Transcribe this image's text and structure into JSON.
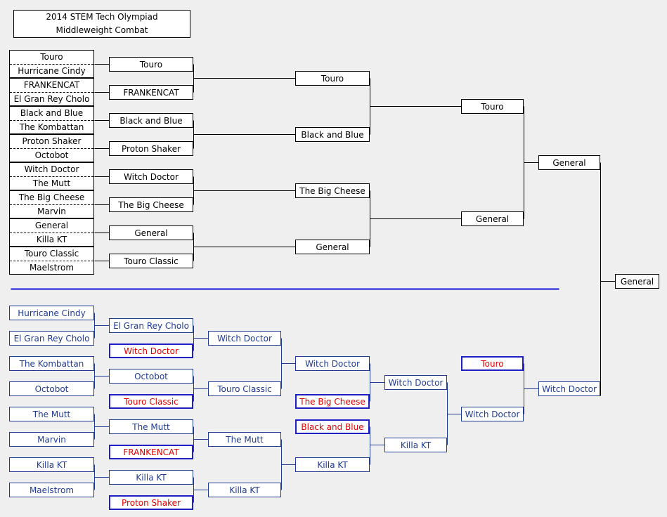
{
  "title": {
    "line1": "2014 STEM Tech Olympiad",
    "line2": "Middleweight Combat"
  },
  "colors": {
    "winners_line": "#000000",
    "losers_line": "#1f3a93",
    "divider": "#1010d0",
    "eliminated_text": "#e00000",
    "eliminated_border": "#1f1fc4"
  },
  "winners": {
    "pairs": [
      [
        "Touro",
        "Hurricane Cindy"
      ],
      [
        "FRANKENCAT",
        "El Gran Rey Cholo"
      ],
      [
        "Black and Blue",
        "The Kombattan"
      ],
      [
        "Proton Shaker",
        "Octobot"
      ],
      [
        "Witch Doctor",
        "The Mutt"
      ],
      [
        "The Big Cheese",
        "Marvin"
      ],
      [
        "General",
        "Killa KT"
      ],
      [
        "Touro Classic",
        "Maelstrom"
      ]
    ],
    "round1": [
      "Touro",
      "FRANKENCAT",
      "Black and Blue",
      "Proton Shaker",
      "Witch Doctor",
      "The Big Cheese",
      "General",
      "Touro Classic"
    ],
    "round2": [
      "Touro",
      "Black and Blue",
      "The Big Cheese",
      "General"
    ],
    "round3": [
      "Touro",
      "General"
    ],
    "final": "General"
  },
  "grand_final": {
    "finalist": "Witch Doctor",
    "champion": "General"
  },
  "losers": {
    "r1_entries": [
      "Hurricane Cindy",
      "El Gran Rey Cholo",
      "The Kombattan",
      "Octobot",
      "The Mutt",
      "Marvin",
      "Killa KT",
      "Maelstrom"
    ],
    "r1_winners": [
      "El Gran Rey Cholo",
      "Octobot",
      "The Mutt",
      "Killa KT"
    ],
    "drops_r1": [
      "Witch Doctor",
      "Touro Classic",
      "FRANKENCAT",
      "Proton Shaker"
    ],
    "r2_winners": [
      "Witch Doctor",
      "Touro Classic",
      "The Mutt",
      "Killa KT"
    ],
    "r3_winners": [
      "Witch Doctor",
      "Killa KT"
    ],
    "drops_r3": [
      "The Big Cheese",
      "Black and Blue"
    ],
    "r4_winners": [
      "Witch Doctor",
      "Killa KT"
    ],
    "r5_winner": "Witch Doctor",
    "drop_final": "Touro",
    "final": "Witch Doctor"
  }
}
